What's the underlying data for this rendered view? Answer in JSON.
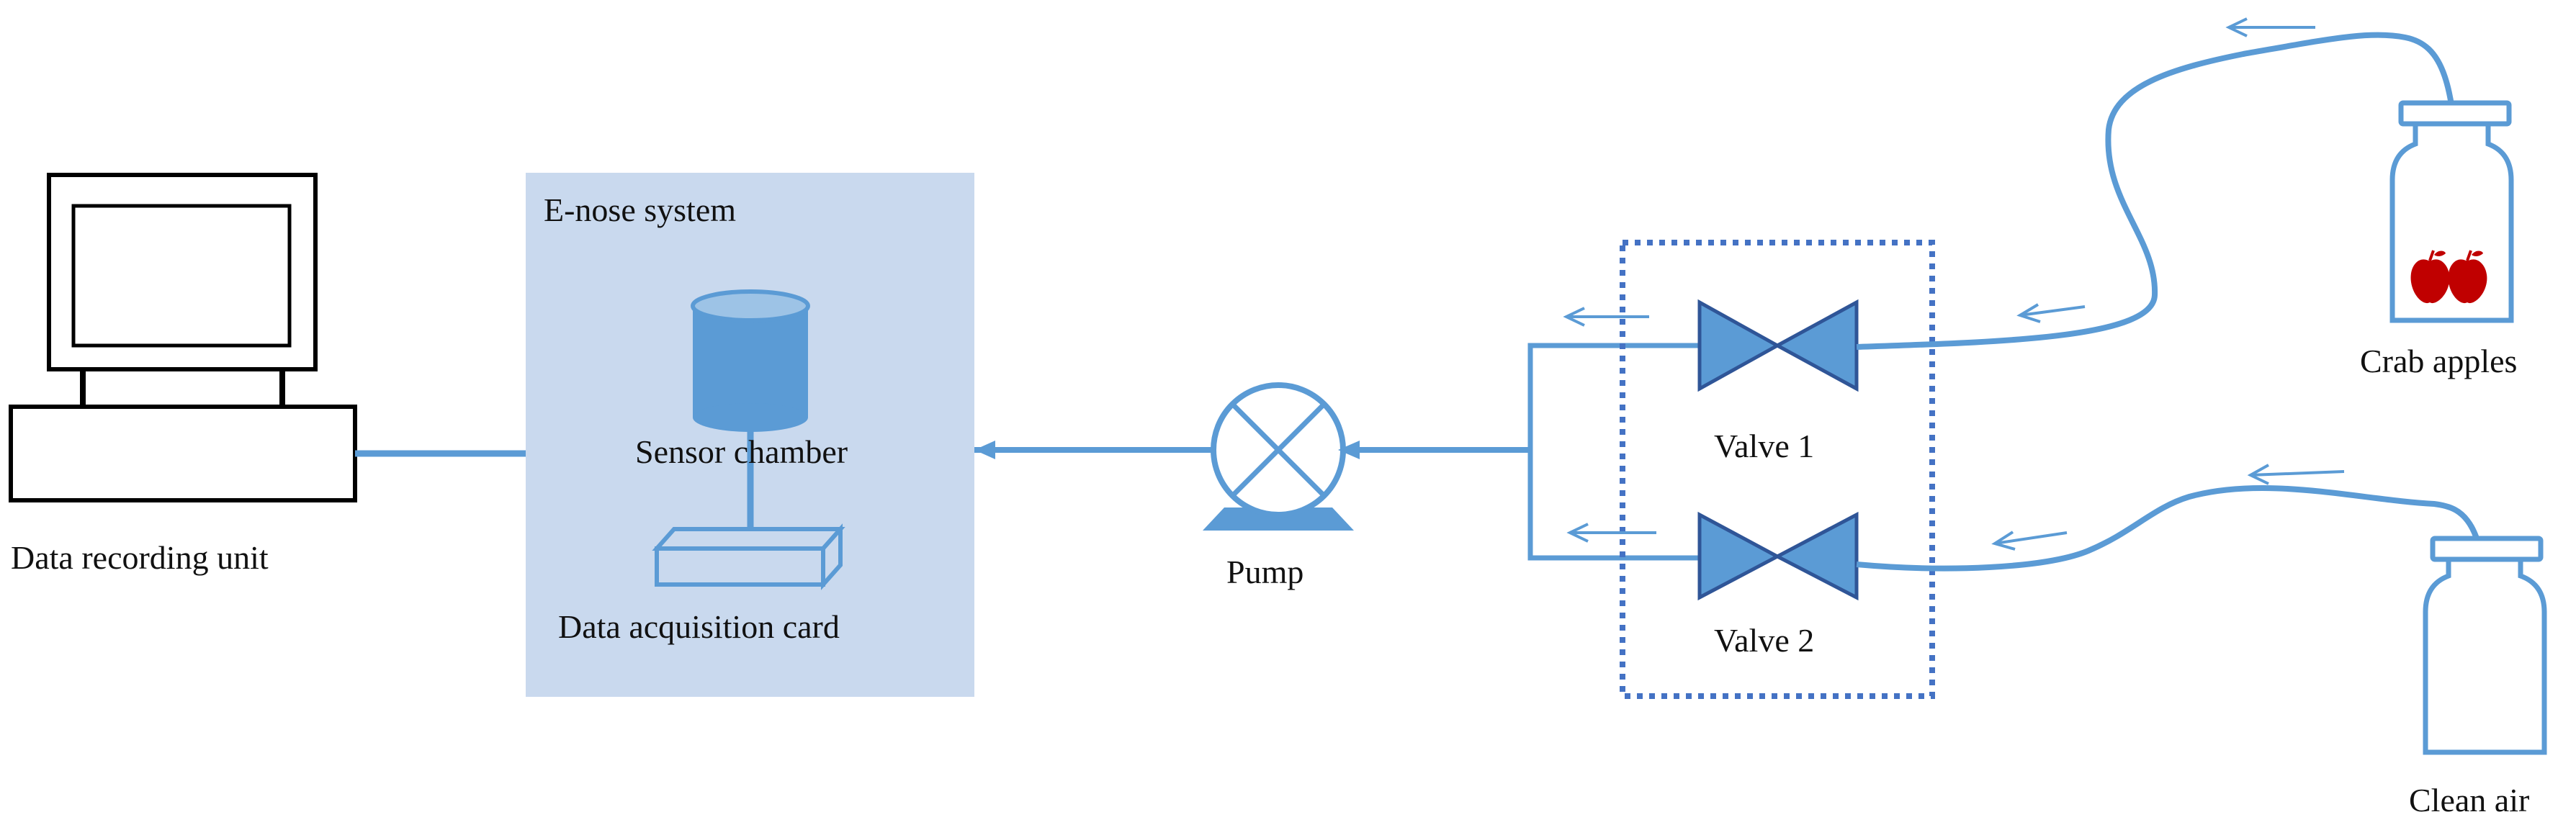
{
  "labels": {
    "data_recording_unit": "Data recording unit",
    "enose_system": "E-nose system",
    "sensor_chamber": "Sensor chamber",
    "data_acquisition_card": "Data acquisition card",
    "pump": "Pump",
    "valve1": "Valve 1",
    "valve2": "Valve 2",
    "crab_apples": "Crab apples",
    "clean_air": "Clean air"
  },
  "colors": {
    "line": "#5b9bd5",
    "valve_fill": "#5b9bd5",
    "valve_stroke": "#2f5597",
    "panel": "#c9d9ee",
    "dotted_box": "#4472c4",
    "apple": "#c00000",
    "text": "#111111",
    "outline": "#000000"
  },
  "icons": [
    "computer-icon",
    "sensor-cylinder-icon",
    "acquisition-card-icon",
    "pump-icon",
    "valve-icon",
    "bottle-icon",
    "apple-icon",
    "flow-arrow-icon"
  ]
}
